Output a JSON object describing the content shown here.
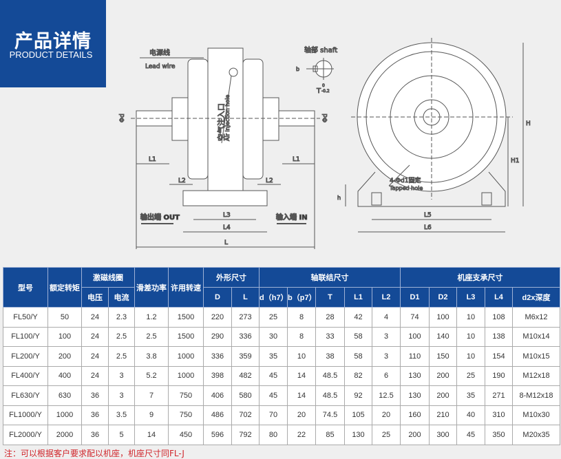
{
  "banner": {
    "title_cn": "产品详情",
    "title_en": "PRODUCT DETAILS"
  },
  "drawing": {
    "lead_wire_cn": "电源线",
    "lead_wire_en": "Lead wire",
    "air_hole_cn": "空气注入口",
    "air_hole_en": "Air injection hole",
    "shaft": "轴部 shaft",
    "b": "b",
    "t_label": "T",
    "t_tol_up": "0",
    "t_tol_down": "-0.2",
    "phi_d": "Φd",
    "l1": "L1",
    "l2": "L2",
    "l3": "L3",
    "l4": "L4",
    "l": "L",
    "out": "输出端 OUT",
    "in": "输入端 IN",
    "h_label": "H",
    "h1_label": "H1",
    "h_small": "h",
    "tapped_cn": "4-Φd1固定",
    "tapped_en": "Tapped hole",
    "l5": "L5",
    "l6": "L6"
  },
  "table": {
    "header_top": [
      "型号",
      "额定转矩",
      "激磁线圈",
      "滑差功率",
      "许用转速",
      "外形尺寸",
      "轴联结尺寸",
      "机座支承尺寸"
    ],
    "header_sub": [
      "电压",
      "电流",
      "D",
      "L",
      "d（h7）",
      "b（p7）",
      "T",
      "L1",
      "L2",
      "D1",
      "D2",
      "L3",
      "L4",
      "d2x深度"
    ],
    "rows": [
      [
        "FL50/Y",
        "50",
        "24",
        "2.3",
        "1.2",
        "1500",
        "220",
        "273",
        "25",
        "8",
        "28",
        "42",
        "4",
        "74",
        "100",
        "10",
        "108",
        "M6x12"
      ],
      [
        "FL100/Y",
        "100",
        "24",
        "2.5",
        "2.5",
        "1500",
        "290",
        "336",
        "30",
        "8",
        "33",
        "58",
        "3",
        "100",
        "140",
        "10",
        "138",
        "M10x14"
      ],
      [
        "FL200/Y",
        "200",
        "24",
        "2.5",
        "3.8",
        "1000",
        "336",
        "359",
        "35",
        "10",
        "38",
        "58",
        "3",
        "110",
        "150",
        "10",
        "154",
        "M10x15"
      ],
      [
        "FL400/Y",
        "400",
        "24",
        "3",
        "5.2",
        "1000",
        "398",
        "482",
        "45",
        "14",
        "48.5",
        "82",
        "6",
        "130",
        "200",
        "25",
        "190",
        "M12x18"
      ],
      [
        "FL630/Y",
        "630",
        "36",
        "3",
        "7",
        "750",
        "406",
        "580",
        "45",
        "14",
        "48.5",
        "92",
        "12.5",
        "130",
        "200",
        "35",
        "271",
        "8-M12x18"
      ],
      [
        "FL1000/Y",
        "1000",
        "36",
        "3.5",
        "9",
        "750",
        "486",
        "702",
        "70",
        "20",
        "74.5",
        "105",
        "20",
        "160",
        "210",
        "40",
        "310",
        "M10x30"
      ],
      [
        "FL2000/Y",
        "2000",
        "36",
        "5",
        "14",
        "450",
        "596",
        "792",
        "80",
        "22",
        "85",
        "130",
        "25",
        "200",
        "300",
        "45",
        "350",
        "M20x35"
      ]
    ]
  },
  "note": "注：可以根据客户要求配以机座，机座尺寸同FL-J",
  "colors": {
    "header_blue": "#144a97",
    "note_red": "#d0252b"
  }
}
